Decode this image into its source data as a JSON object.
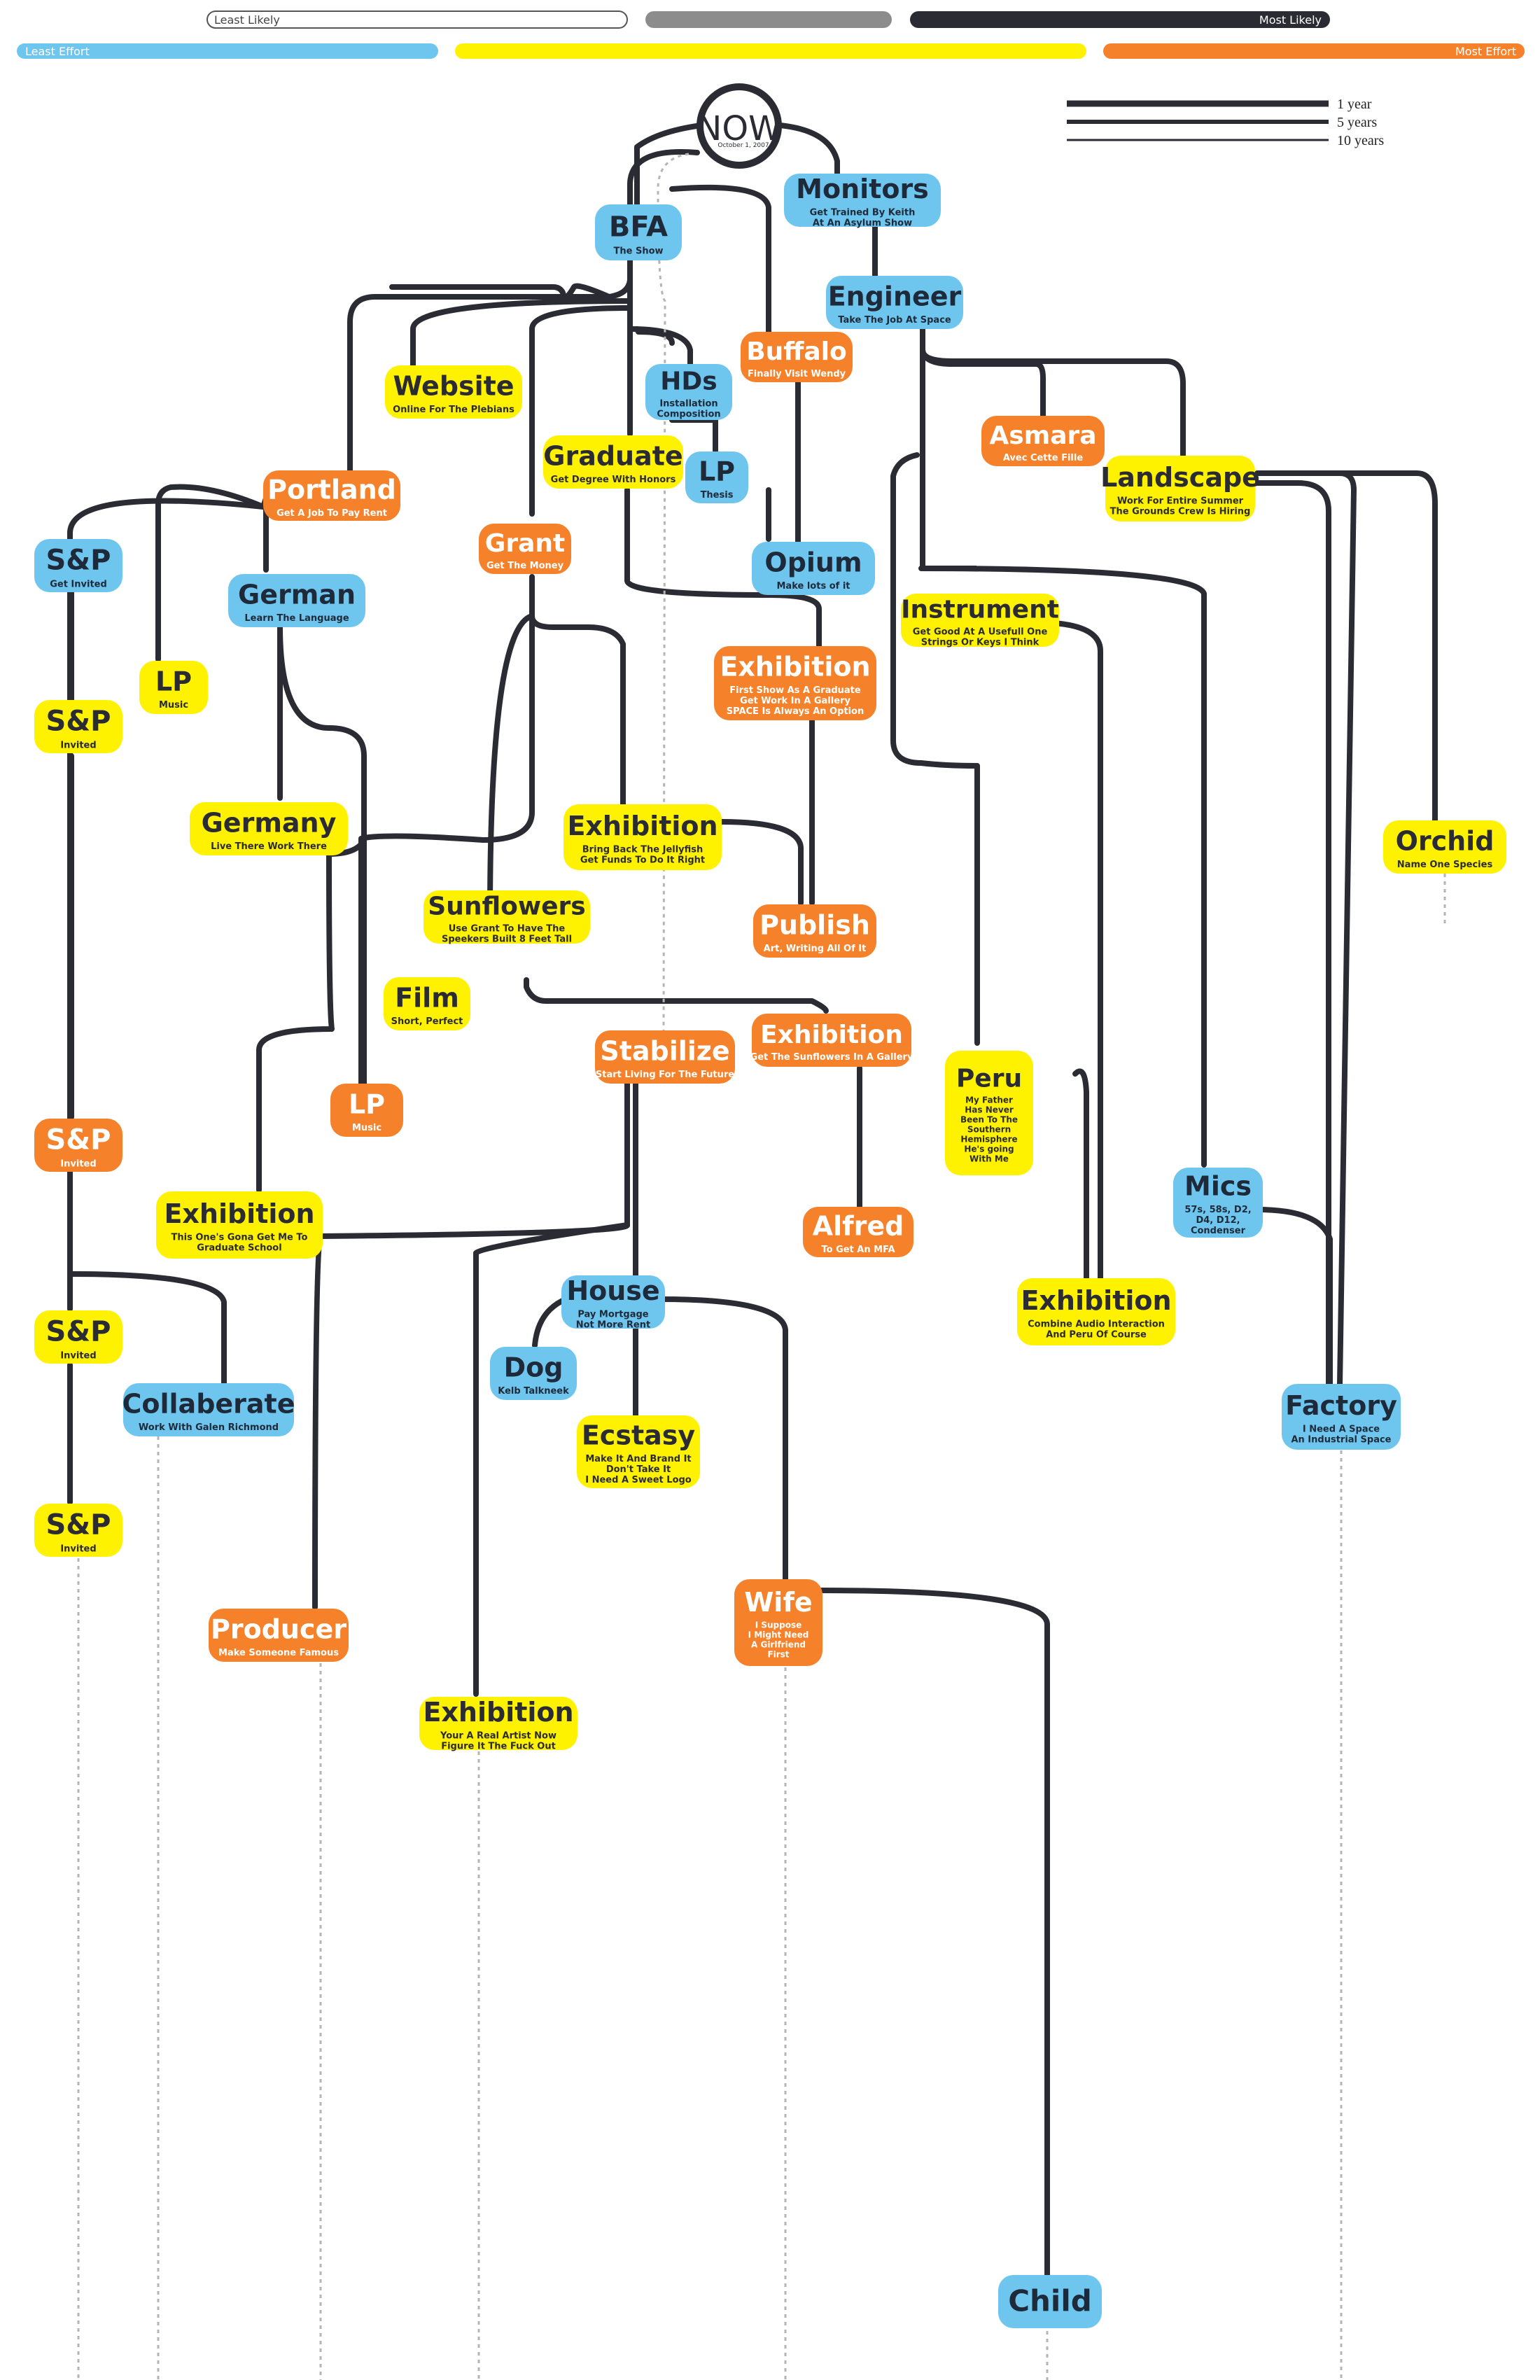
{
  "legend": {
    "likelihood_low": "Least Likely",
    "likelihood_high": "Most Likely",
    "effort_low": "Least Effort",
    "effort_high": "Most Effort"
  },
  "timescale": {
    "items": [
      "1 year",
      "5 years",
      "10 years"
    ]
  },
  "now": {
    "title": "NOW",
    "date": "October 1, 2007"
  },
  "colors": {
    "blue": "#6ec6ee",
    "yellow": "#fff200",
    "orange": "#f5822a",
    "line": "#2b2b33",
    "gray": "#8c8c8c"
  },
  "nodes": [
    {
      "id": "monitors",
      "title": "Monitors",
      "sub": [
        "Get Trained By Keith",
        "At An Asylum Show"
      ],
      "color": "blue"
    },
    {
      "id": "bfa",
      "title": "BFA",
      "sub": [
        "The Show"
      ],
      "color": "blue"
    },
    {
      "id": "engineer",
      "title": "Engineer",
      "sub": [
        "Take The Job At Space"
      ],
      "color": "blue"
    },
    {
      "id": "website",
      "title": "Website",
      "sub": [
        "Online For The Plebians"
      ],
      "color": "yellow"
    },
    {
      "id": "hds",
      "title": "HDs",
      "sub": [
        "Installation",
        "Composition"
      ],
      "color": "blue"
    },
    {
      "id": "buffalo",
      "title": "Buffalo",
      "sub": [
        "Finally Visit Wendy"
      ],
      "color": "orange"
    },
    {
      "id": "graduate",
      "title": "Graduate",
      "sub": [
        "Get Degree With Honors"
      ],
      "color": "yellow"
    },
    {
      "id": "lp_thesis",
      "title": "LP",
      "sub": [
        "Thesis"
      ],
      "color": "blue"
    },
    {
      "id": "asmara",
      "title": "Asmara",
      "sub": [
        "Avec Cette Fille"
      ],
      "color": "orange"
    },
    {
      "id": "landscape",
      "title": "Landscape",
      "sub": [
        "Work For Entire Summer",
        "The Grounds Crew Is Hiring"
      ],
      "color": "yellow"
    },
    {
      "id": "portland",
      "title": "Portland",
      "sub": [
        "Get A Job To Pay Rent"
      ],
      "color": "orange"
    },
    {
      "id": "sp1",
      "title": "S&P",
      "sub": [
        "Get Invited"
      ],
      "color": "blue"
    },
    {
      "id": "grant",
      "title": "Grant",
      "sub": [
        "Get The Money"
      ],
      "color": "orange"
    },
    {
      "id": "opium",
      "title": "Opium",
      "sub": [
        "Make lots of it"
      ],
      "color": "blue"
    },
    {
      "id": "german",
      "title": "German",
      "sub": [
        "Learn The Language"
      ],
      "color": "blue"
    },
    {
      "id": "instrument",
      "title": "Instrument",
      "sub": [
        "Get Good At A Usefull One",
        "Strings Or Keys I Think"
      ],
      "color": "yellow"
    },
    {
      "id": "lp_music1",
      "title": "LP",
      "sub": [
        "Music"
      ],
      "color": "yellow"
    },
    {
      "id": "exhibition1",
      "title": "Exhibition",
      "sub": [
        "First Show As A Graduate",
        "Get Work In A Gallery",
        "SPACE Is Always An Option"
      ],
      "color": "orange"
    },
    {
      "id": "sp2",
      "title": "S&P",
      "sub": [
        "Invited"
      ],
      "color": "yellow"
    },
    {
      "id": "germany",
      "title": "Germany",
      "sub": [
        "Live There Work There"
      ],
      "color": "yellow"
    },
    {
      "id": "exhibition2",
      "title": "Exhibition",
      "sub": [
        "Bring Back The Jellyfish",
        "Get Funds To Do It Right"
      ],
      "color": "yellow"
    },
    {
      "id": "orchid",
      "title": "Orchid",
      "sub": [
        "Name One Species"
      ],
      "color": "yellow"
    },
    {
      "id": "sunflowers",
      "title": "Sunflowers",
      "sub": [
        "Use Grant To Have The",
        "Speekers Built 8 Feet Tall"
      ],
      "color": "yellow"
    },
    {
      "id": "publish",
      "title": "Publish",
      "sub": [
        "Art, Writing All Of It"
      ],
      "color": "orange"
    },
    {
      "id": "film",
      "title": "Film",
      "sub": [
        "Short, Perfect"
      ],
      "color": "yellow"
    },
    {
      "id": "stabilize",
      "title": "Stabilize",
      "sub": [
        "Start Living For The Future"
      ],
      "color": "orange"
    },
    {
      "id": "exhibition3",
      "title": "Exhibition",
      "sub": [
        "Get The Sunflowers In A Gallery"
      ],
      "color": "orange"
    },
    {
      "id": "peru",
      "title": "Peru",
      "sub": [
        "My Father",
        "Has Never",
        "Been To The",
        "Southern",
        "Hemisphere",
        "He's going",
        "With Me"
      ],
      "color": "yellow"
    },
    {
      "id": "lp_music2",
      "title": "LP",
      "sub": [
        "Music"
      ],
      "color": "orange"
    },
    {
      "id": "sp3",
      "title": "S&P",
      "sub": [
        "Invited"
      ],
      "color": "orange"
    },
    {
      "id": "exhibition4",
      "title": "Exhibition",
      "sub": [
        "This One's Gona Get Me To",
        "Graduate School"
      ],
      "color": "yellow"
    },
    {
      "id": "mics",
      "title": "Mics",
      "sub": [
        "57s, 58s, D2,",
        "D4, D12,",
        "Condenser"
      ],
      "color": "blue"
    },
    {
      "id": "alfred",
      "title": "Alfred",
      "sub": [
        "To Get An MFA"
      ],
      "color": "orange"
    },
    {
      "id": "house",
      "title": "House",
      "sub": [
        "Pay Mortgage",
        "Not More Rent"
      ],
      "color": "blue"
    },
    {
      "id": "exhibition5",
      "title": "Exhibition",
      "sub": [
        "Combine Audio Interaction",
        "And Peru Of Course"
      ],
      "color": "yellow"
    },
    {
      "id": "sp4",
      "title": "S&P",
      "sub": [
        "Invited"
      ],
      "color": "yellow"
    },
    {
      "id": "dog",
      "title": "Dog",
      "sub": [
        "Kelb Talkneek"
      ],
      "color": "blue"
    },
    {
      "id": "collaberate",
      "title": "Collaberate",
      "sub": [
        "Work With Galen Richmond"
      ],
      "color": "blue"
    },
    {
      "id": "ecstasy",
      "title": "Ecstasy",
      "sub": [
        "Make It And Brand It",
        "Don't Take It",
        "I Need A Sweet Logo"
      ],
      "color": "yellow"
    },
    {
      "id": "factory",
      "title": "Factory",
      "sub": [
        "I Need A Space",
        "An Industrial Space"
      ],
      "color": "blue"
    },
    {
      "id": "sp5",
      "title": "S&P",
      "sub": [
        "Invited"
      ],
      "color": "yellow"
    },
    {
      "id": "wife",
      "title": "Wife",
      "sub": [
        "I Suppose",
        "I Might Need",
        "A Girlfriend",
        "First"
      ],
      "color": "orange"
    },
    {
      "id": "producer",
      "title": "Producer",
      "sub": [
        "Make Someone Famous"
      ],
      "color": "orange"
    },
    {
      "id": "exhibition6",
      "title": "Exhibition",
      "sub": [
        "Your A Real Artist Now",
        "Figure It The Fuck Out"
      ],
      "color": "yellow"
    },
    {
      "id": "child",
      "title": "Child",
      "sub": [],
      "color": "blue"
    }
  ]
}
